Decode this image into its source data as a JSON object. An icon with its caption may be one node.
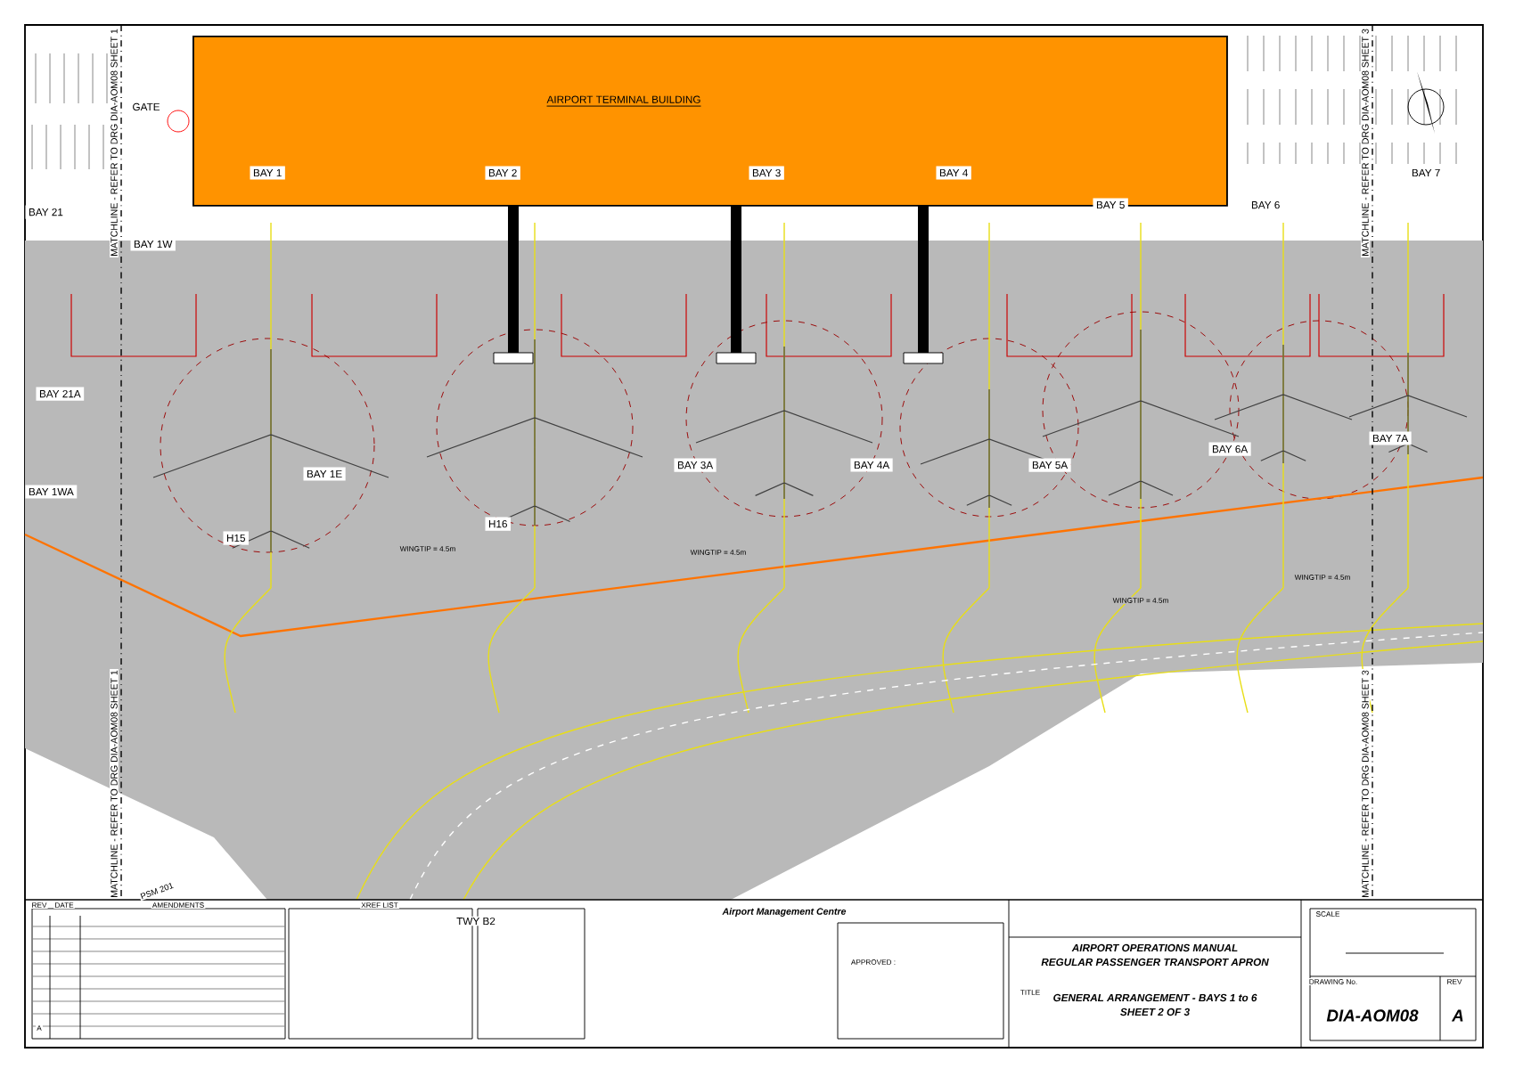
{
  "diagram": {
    "title": "GENERAL ARRANGEMENT - BAYS 1 to 6",
    "nodes": [
      {
        "text": [
          "AIRPORT TERMINAL BUILDING"
        ]
      },
      {
        "text": [
          "BAY 21"
        ]
      },
      {
        "text": [
          "BAY 1W"
        ]
      },
      {
        "text": [
          "BAY 1"
        ],
        "in": 0
      },
      {
        "text": [
          "BAY 2"
        ],
        "in": 0
      },
      {
        "text": [
          "BAY 3"
        ],
        "in": 0
      },
      {
        "text": [
          "BAY 4"
        ],
        "in": 0
      },
      {
        "text": [
          "BAY 5"
        ]
      },
      {
        "text": [
          "BAY 6"
        ]
      },
      {
        "text": [
          "BAY 7"
        ]
      },
      {
        "text": [
          "BAY 21A"
        ]
      },
      {
        "text": [
          "BAY 1WA"
        ]
      },
      {
        "text": [
          "BAY 1E"
        ]
      },
      {
        "text": [
          "H15"
        ]
      },
      {
        "text": [
          "H16"
        ]
      },
      {
        "text": [
          "BAY 3A"
        ]
      },
      {
        "text": [
          "BAY 4A"
        ]
      },
      {
        "text": [
          "BAY 5A"
        ]
      },
      {
        "text": [
          "BAY 6A"
        ]
      },
      {
        "text": [
          "BAY 7A"
        ]
      }
    ],
    "labels": [
      "GATE",
      "MATCHLINE - REFER TO DRG DIA-AOM08 SHEET 1",
      "MATCHLINE - REFER TO DRG DIA-AOM08 SHEET 3",
      "WINGTIP = 4.5m",
      "WINGTIP = 4.5m",
      "WINGTIP = 4.5m",
      "WINGTIP = 4.5m",
      "MATCHLINE - REFER TO DRG DIA-AOM08 SHEET 1",
      "PSM 201",
      "TWY B2",
      "MATCHLINE - REFER TO DRG DIA-AOM08 SHEET 3",
      "REV",
      "DATE",
      "AMENDMENTS",
      "XREF LIST",
      "A",
      "Airport Management Centre",
      "APPROVED :",
      "AIRPORT OPERATIONS MANUAL",
      "REGULAR PASSENGER TRANSPORT APRON",
      "TITLE",
      "SHEET 2 OF 3",
      "SCALE",
      "DRAWING No.",
      "REV",
      "DIA-AOM08",
      "A"
    ]
  }
}
